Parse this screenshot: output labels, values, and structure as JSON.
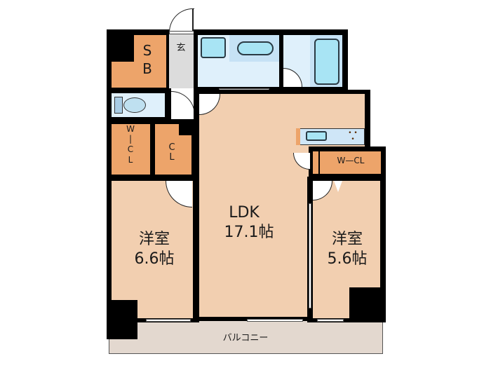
{
  "floorplan": {
    "rooms": [
      {
        "id": "sb",
        "label_line1": "S",
        "label_line2": "B"
      },
      {
        "id": "entrance",
        "label": "玄"
      },
      {
        "id": "wic",
        "label_lines": [
          "W",
          "|",
          "C",
          "L"
        ]
      },
      {
        "id": "cl",
        "label_line1": "C",
        "label_line2": "L"
      },
      {
        "id": "ldk",
        "label_line1": "LDK",
        "label_line2": "17.1帖"
      },
      {
        "id": "western1",
        "label_line1": "洋室",
        "label_line2": "6.6帖"
      },
      {
        "id": "western2",
        "label_line1": "洋室",
        "label_line2": "5.6帖"
      },
      {
        "id": "wcl",
        "label": "W—CL"
      },
      {
        "id": "balcony",
        "label": "バルコニー"
      }
    ],
    "colors": {
      "wall": "#000000",
      "room": "#f2cfb0",
      "storage": "#eda46a",
      "wet_area": "#dff0fb",
      "fixture": "#a8e4f4",
      "hall": "#dcdcdc",
      "balcony": "#e3d8cf"
    }
  }
}
